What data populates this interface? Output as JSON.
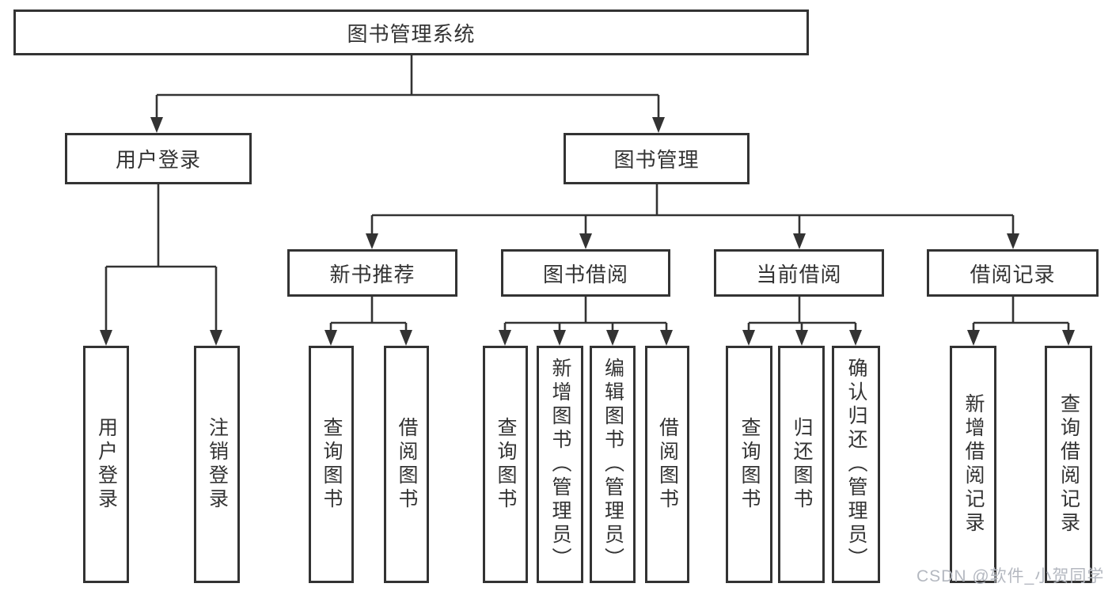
{
  "tree": {
    "root": {
      "label": "图书管理系统",
      "children": [
        {
          "label": "用户登录",
          "children": [
            {
              "label": "用户登录"
            },
            {
              "label": "注销登录"
            }
          ]
        },
        {
          "label": "图书管理",
          "children": [
            {
              "label": "新书推荐",
              "children": [
                {
                  "label": "查询图书"
                },
                {
                  "label": "借阅图书"
                }
              ]
            },
            {
              "label": "图书借阅",
              "children": [
                {
                  "label": "查询图书"
                },
                {
                  "label": "新增图书（管理员）"
                },
                {
                  "label": "编辑图书（管理员）"
                },
                {
                  "label": "借阅图书"
                }
              ]
            },
            {
              "label": "当前借阅",
              "children": [
                {
                  "label": "查询图书"
                },
                {
                  "label": "归还图书"
                },
                {
                  "label": "确认归还（管理员）"
                }
              ]
            },
            {
              "label": "借阅记录",
              "children": [
                {
                  "label": "新增借阅记录"
                },
                {
                  "label": "查询借阅记录"
                }
              ]
            }
          ]
        }
      ]
    }
  },
  "watermark": {
    "text": "CSDN @软件_小贺同学"
  },
  "colors": {
    "line": "#333333",
    "text": "#333333",
    "box_background": "#ffffff",
    "watermark": "#b4b8c0"
  }
}
